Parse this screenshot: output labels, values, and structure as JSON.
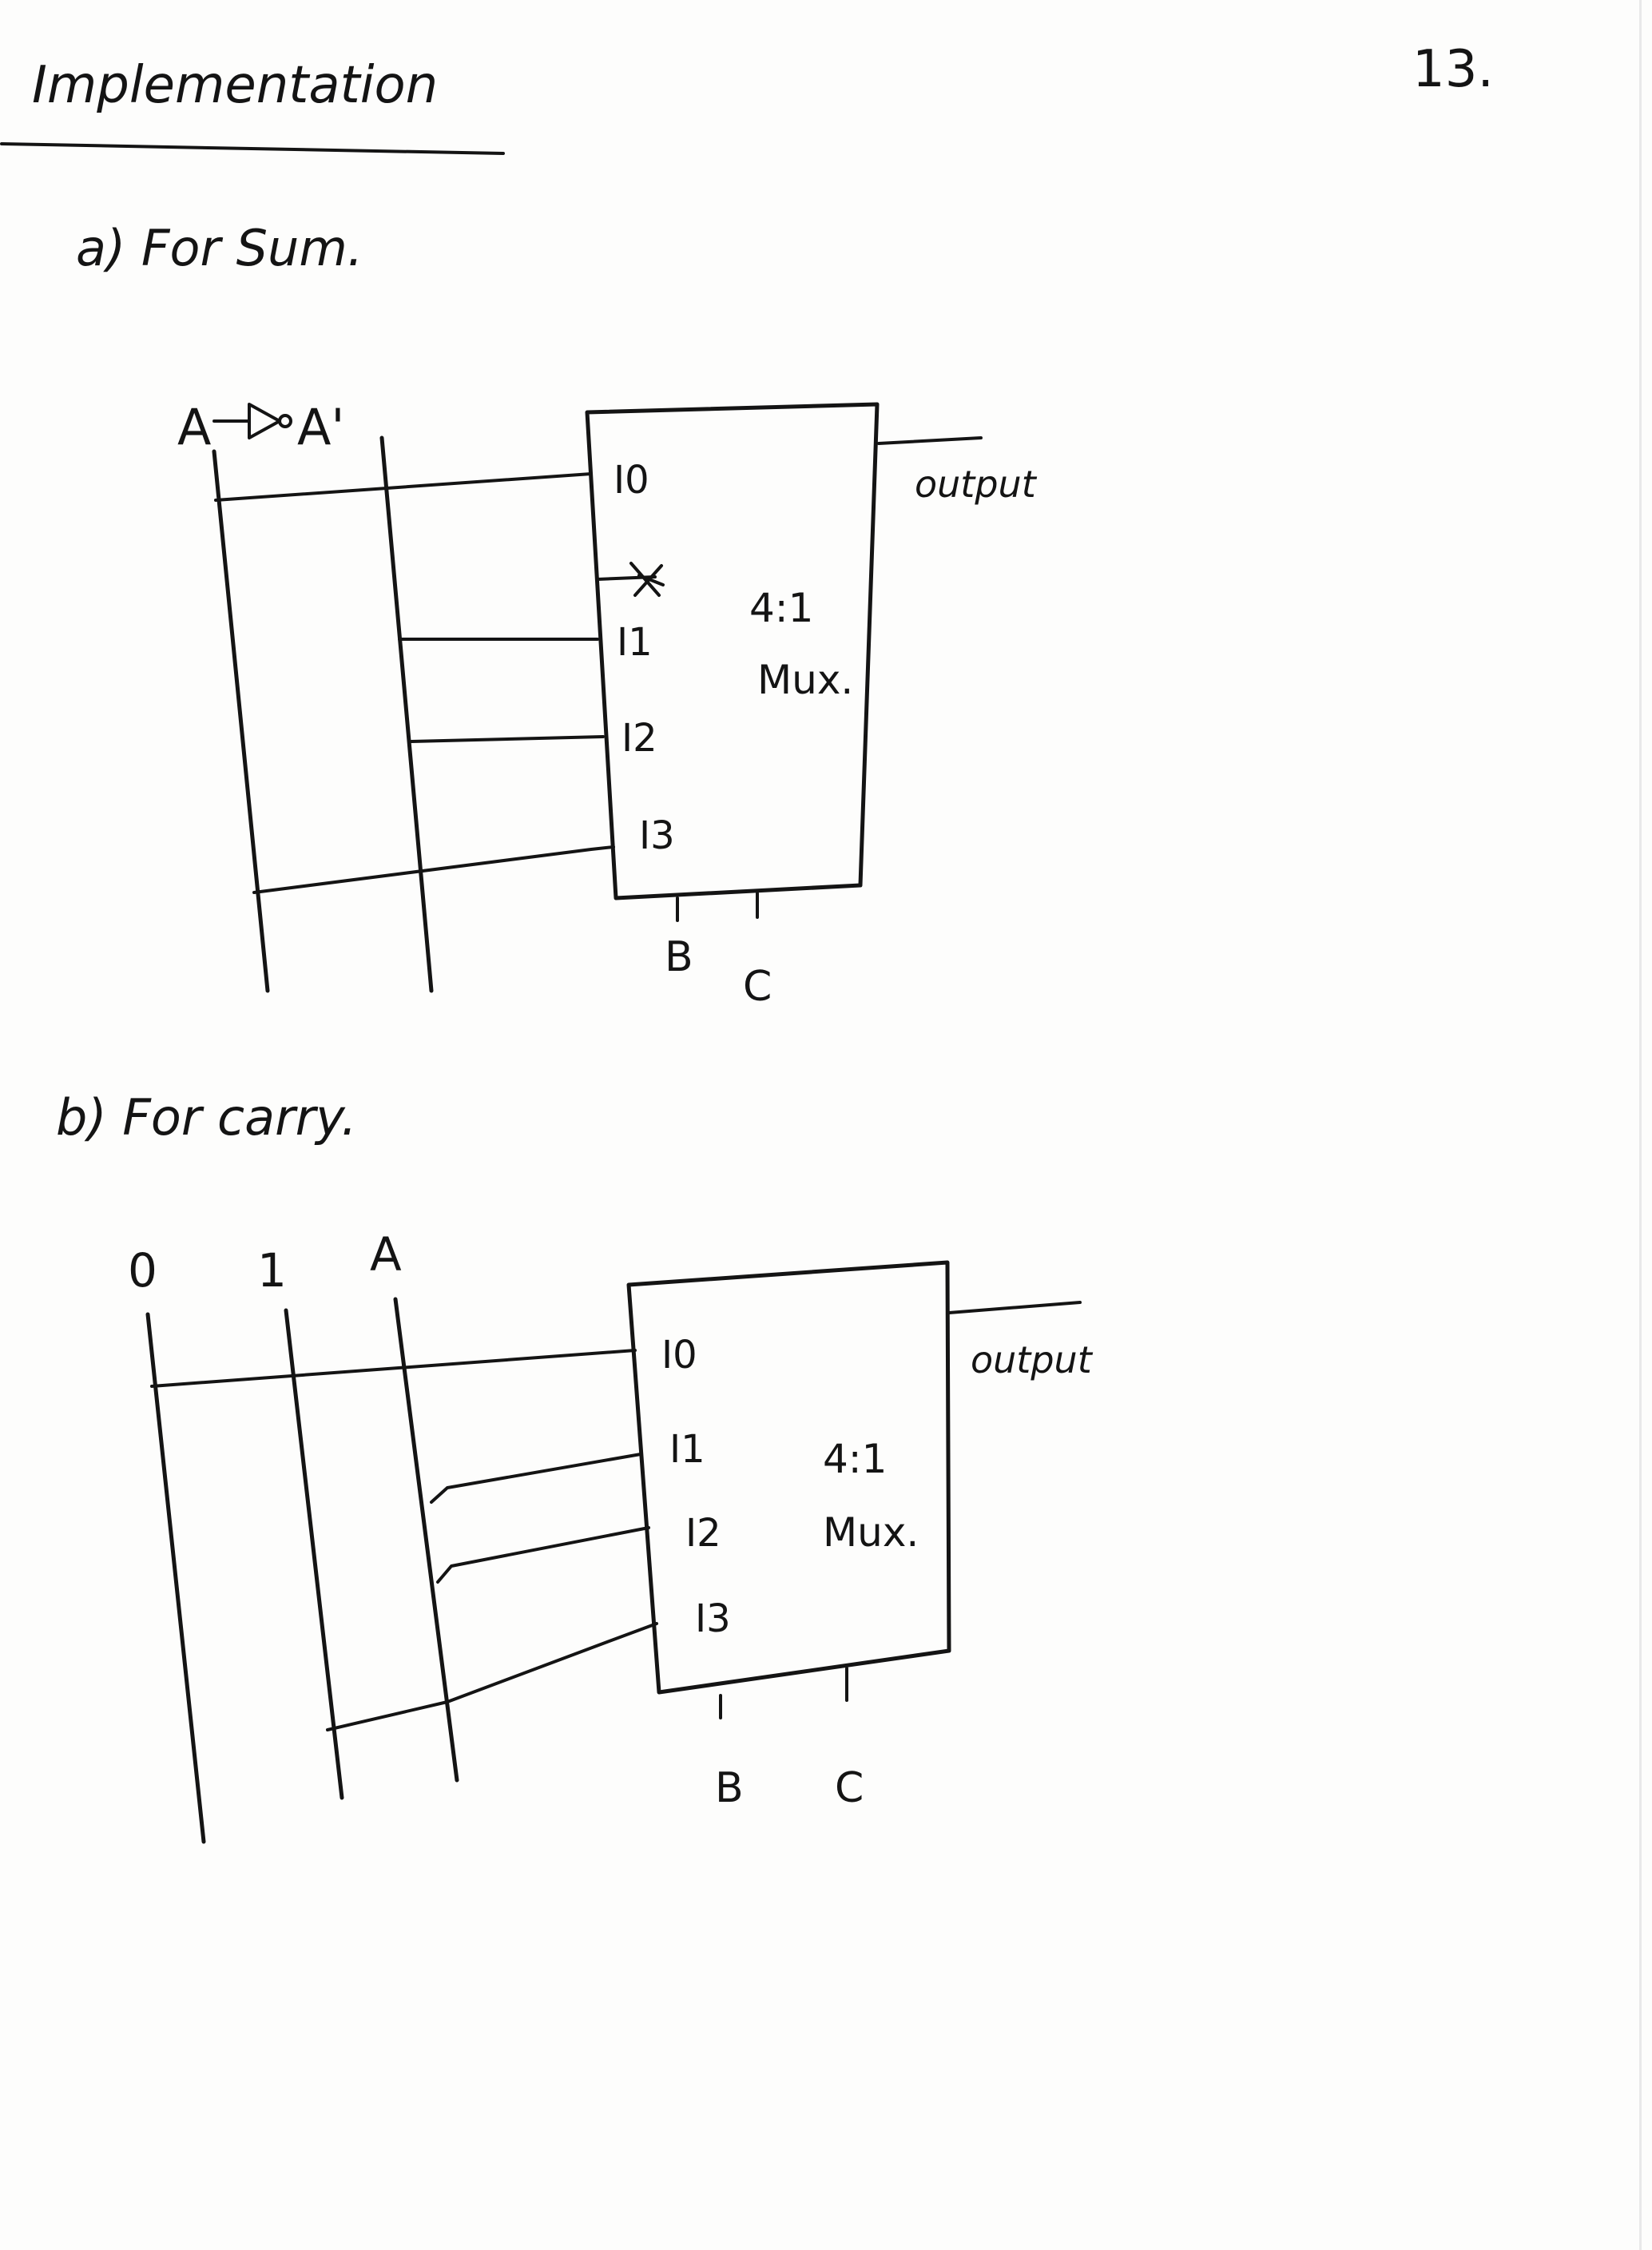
{
  "page": {
    "title": "Implementation",
    "page_number": "13."
  },
  "section_sum": {
    "heading": "a) For Sum.",
    "inverter_input": "A",
    "inverter_output": "A'",
    "inputs": [
      "I0",
      "I1",
      "I2",
      "I3"
    ],
    "mux_label_line1": "4:1",
    "mux_label_line2": "Mux.",
    "output_label": "output",
    "select_lines": [
      "B",
      "C"
    ]
  },
  "section_carry": {
    "heading": "b) For carry.",
    "sources": [
      "0",
      "1",
      "A"
    ],
    "inputs": [
      "I0",
      "I1",
      "I2",
      "I3"
    ],
    "mux_label_line1": "4:1",
    "mux_label_line2": "Mux.",
    "output_label": "output",
    "select_lines": [
      "B",
      "C"
    ]
  },
  "colors": {
    "ink": "#141414",
    "paper": "#fdfdfc"
  }
}
